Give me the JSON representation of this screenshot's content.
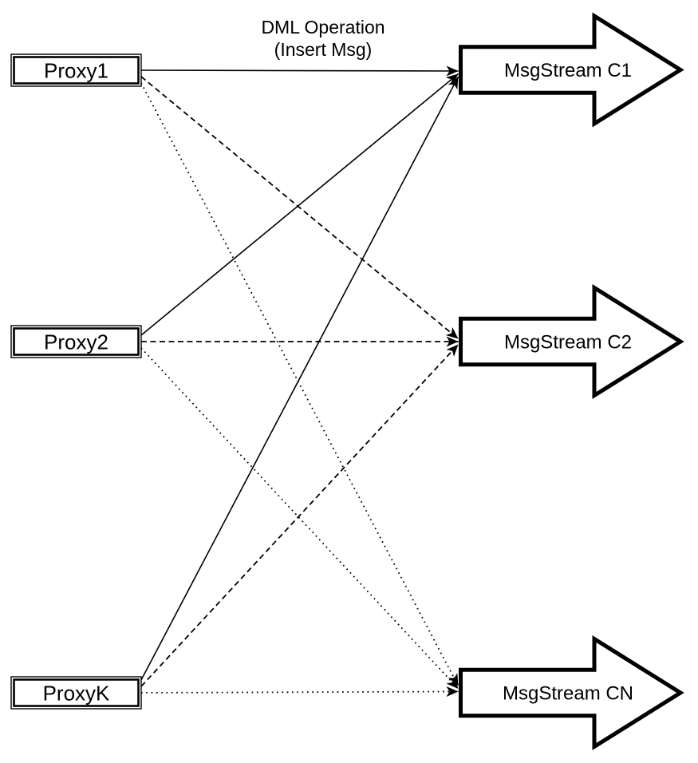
{
  "title": {
    "line1": "DML Operation",
    "line2": "(Insert Msg)"
  },
  "nodes": {
    "proxies": [
      {
        "id": "proxy1",
        "label": "Proxy1"
      },
      {
        "id": "proxy2",
        "label": "Proxy2"
      },
      {
        "id": "proxyk",
        "label": "ProxyK"
      }
    ],
    "streams": [
      {
        "id": "c1",
        "label": "MsgStream C1"
      },
      {
        "id": "c2",
        "label": "MsgStream C2"
      },
      {
        "id": "cn",
        "label": "MsgStream CN"
      }
    ]
  },
  "edges": [
    {
      "from": "proxy1",
      "to": "c1",
      "style": "solid"
    },
    {
      "from": "proxy1",
      "to": "c2",
      "style": "dashed"
    },
    {
      "from": "proxy1",
      "to": "cn",
      "style": "dotted"
    },
    {
      "from": "proxy2",
      "to": "c1",
      "style": "solid"
    },
    {
      "from": "proxy2",
      "to": "c2",
      "style": "dashed"
    },
    {
      "from": "proxy2",
      "to": "cn",
      "style": "dotted"
    },
    {
      "from": "proxyk",
      "to": "c1",
      "style": "solid"
    },
    {
      "from": "proxyk",
      "to": "c2",
      "style": "dashed"
    },
    {
      "from": "proxyk",
      "to": "cn",
      "style": "dotted"
    }
  ],
  "colors": {
    "stroke": "#000000",
    "fill": "#ffffff",
    "background": "#ffffff"
  }
}
